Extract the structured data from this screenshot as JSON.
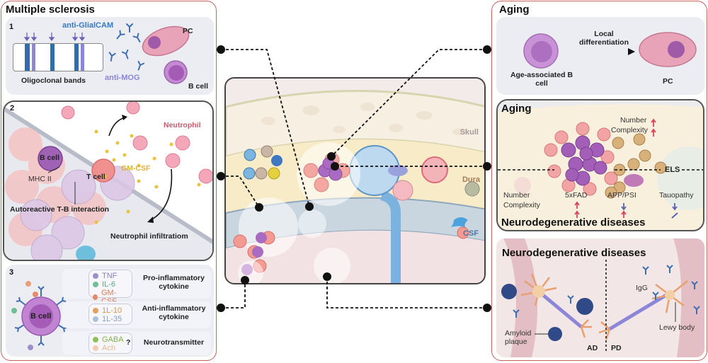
{
  "left": {
    "title": "Multiple sclerosis",
    "panel1": {
      "number": "1",
      "anti_glialcam": "anti-GlialCAM",
      "anti_mog": "anti-MOG",
      "oligoclonal": "Oligoclonal bands",
      "pc": "PC",
      "bcell": "B cell"
    },
    "panel2": {
      "number": "2",
      "bcell": "B cell",
      "tcell": "T cell",
      "mhc": "MHC II",
      "gmcsf": "GM-CSF",
      "neutrophil": "Neutrophil",
      "interaction": "Autoreactive T-B interaction",
      "infiltration": "Neutrophil infiltratiom"
    },
    "panel3": {
      "number": "3",
      "bcell": "B cell",
      "groups": [
        {
          "category": "Pro-inflammatory cytokine",
          "items": [
            {
              "label": "TNF",
              "color": "#9c8fc7"
            },
            {
              "label": "IL-6",
              "color": "#6fbf94"
            },
            {
              "label": "GM-CSF",
              "color": "#e58a6a"
            }
          ]
        },
        {
          "category": "Anti-inflammatory cytokine",
          "items": [
            {
              "label": "1L-10",
              "color": "#e0a15e"
            },
            {
              "label": "1L-35",
              "color": "#a9c2dc"
            }
          ]
        },
        {
          "category": "Neurotransmitter",
          "question": "?",
          "items": [
            {
              "label": "GABA",
              "color": "#8fbf5a"
            },
            {
              "label": "Ach",
              "color": "#f0cdb0"
            }
          ]
        }
      ]
    }
  },
  "center": {
    "skull": "Skull",
    "dura": "Dura",
    "csf": "CSF"
  },
  "right": {
    "aging1": {
      "title": "Aging",
      "bcell": "Age-associated B cell",
      "arrow_label": "Local differentiation",
      "pc": "PC"
    },
    "els": {
      "aging_title": "Aging",
      "number_up": "Number",
      "complexity_up": "Complexity",
      "els": "ELS",
      "number": "Number",
      "complexity": "Complexity",
      "models": [
        {
          "name": "5xFAD",
          "number": "up",
          "complexity": "up"
        },
        {
          "name": "APP/PSI",
          "number": "down",
          "complexity": "up"
        },
        {
          "name": "Tauopathy",
          "number": "down",
          "complexity": "unchanged"
        }
      ],
      "nd_title": "Neurodegenerative diseases"
    },
    "nd": {
      "title": "Neurodegenerative diseases",
      "amyloid": "Amyloid plaque",
      "igg": "IgG",
      "lewy": "Lewy body",
      "ad": "AD",
      "pd": "PD"
    }
  },
  "colors": {
    "outline": "#c8615e",
    "up_arrow": "#d9455a",
    "down_arrow": "#5a5fb8",
    "antibody": "#3f6fb3",
    "bcell": "#a86bc1",
    "pc": "#e39ab0"
  }
}
